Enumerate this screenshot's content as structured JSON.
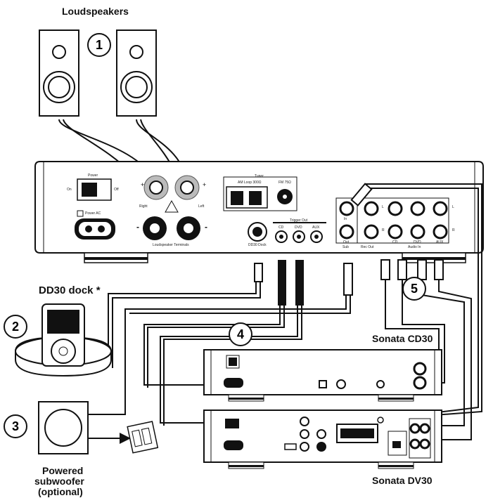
{
  "labels": {
    "loudspeakers": "Loudspeakers",
    "dd30_dock": "DD30 dock *",
    "powered_subwoofer_1": "Powered",
    "powered_subwoofer_2": "subwoofer",
    "powered_subwoofer_3": "(optional)",
    "sonata_cd30": "Sonata CD30",
    "sonata_dv30": "Sonata DV30"
  },
  "callouts": [
    "1",
    "2",
    "3",
    "4",
    "5"
  ],
  "amp": {
    "power": "Power",
    "on": "On",
    "off": "Off",
    "power_ac": "Power AC",
    "right": "Right",
    "left": "Left",
    "plus": "+",
    "minus": "-",
    "speaker_terminals": "Loudspeaker Terminals",
    "tuner": "Tuner",
    "am_loop": "AM Loop 300Ω",
    "fm": "FM 75Ω",
    "trigger_out": "Trigger Out",
    "cd": "CD",
    "dvd": "DVD",
    "aux": "AUX",
    "dd30_dock": "DD30 Dock",
    "in": "In",
    "out": "Out",
    "sub": "Sub",
    "rec_out": "Rec Out",
    "audio_in": "Audio In",
    "l": "L",
    "r": "R"
  }
}
